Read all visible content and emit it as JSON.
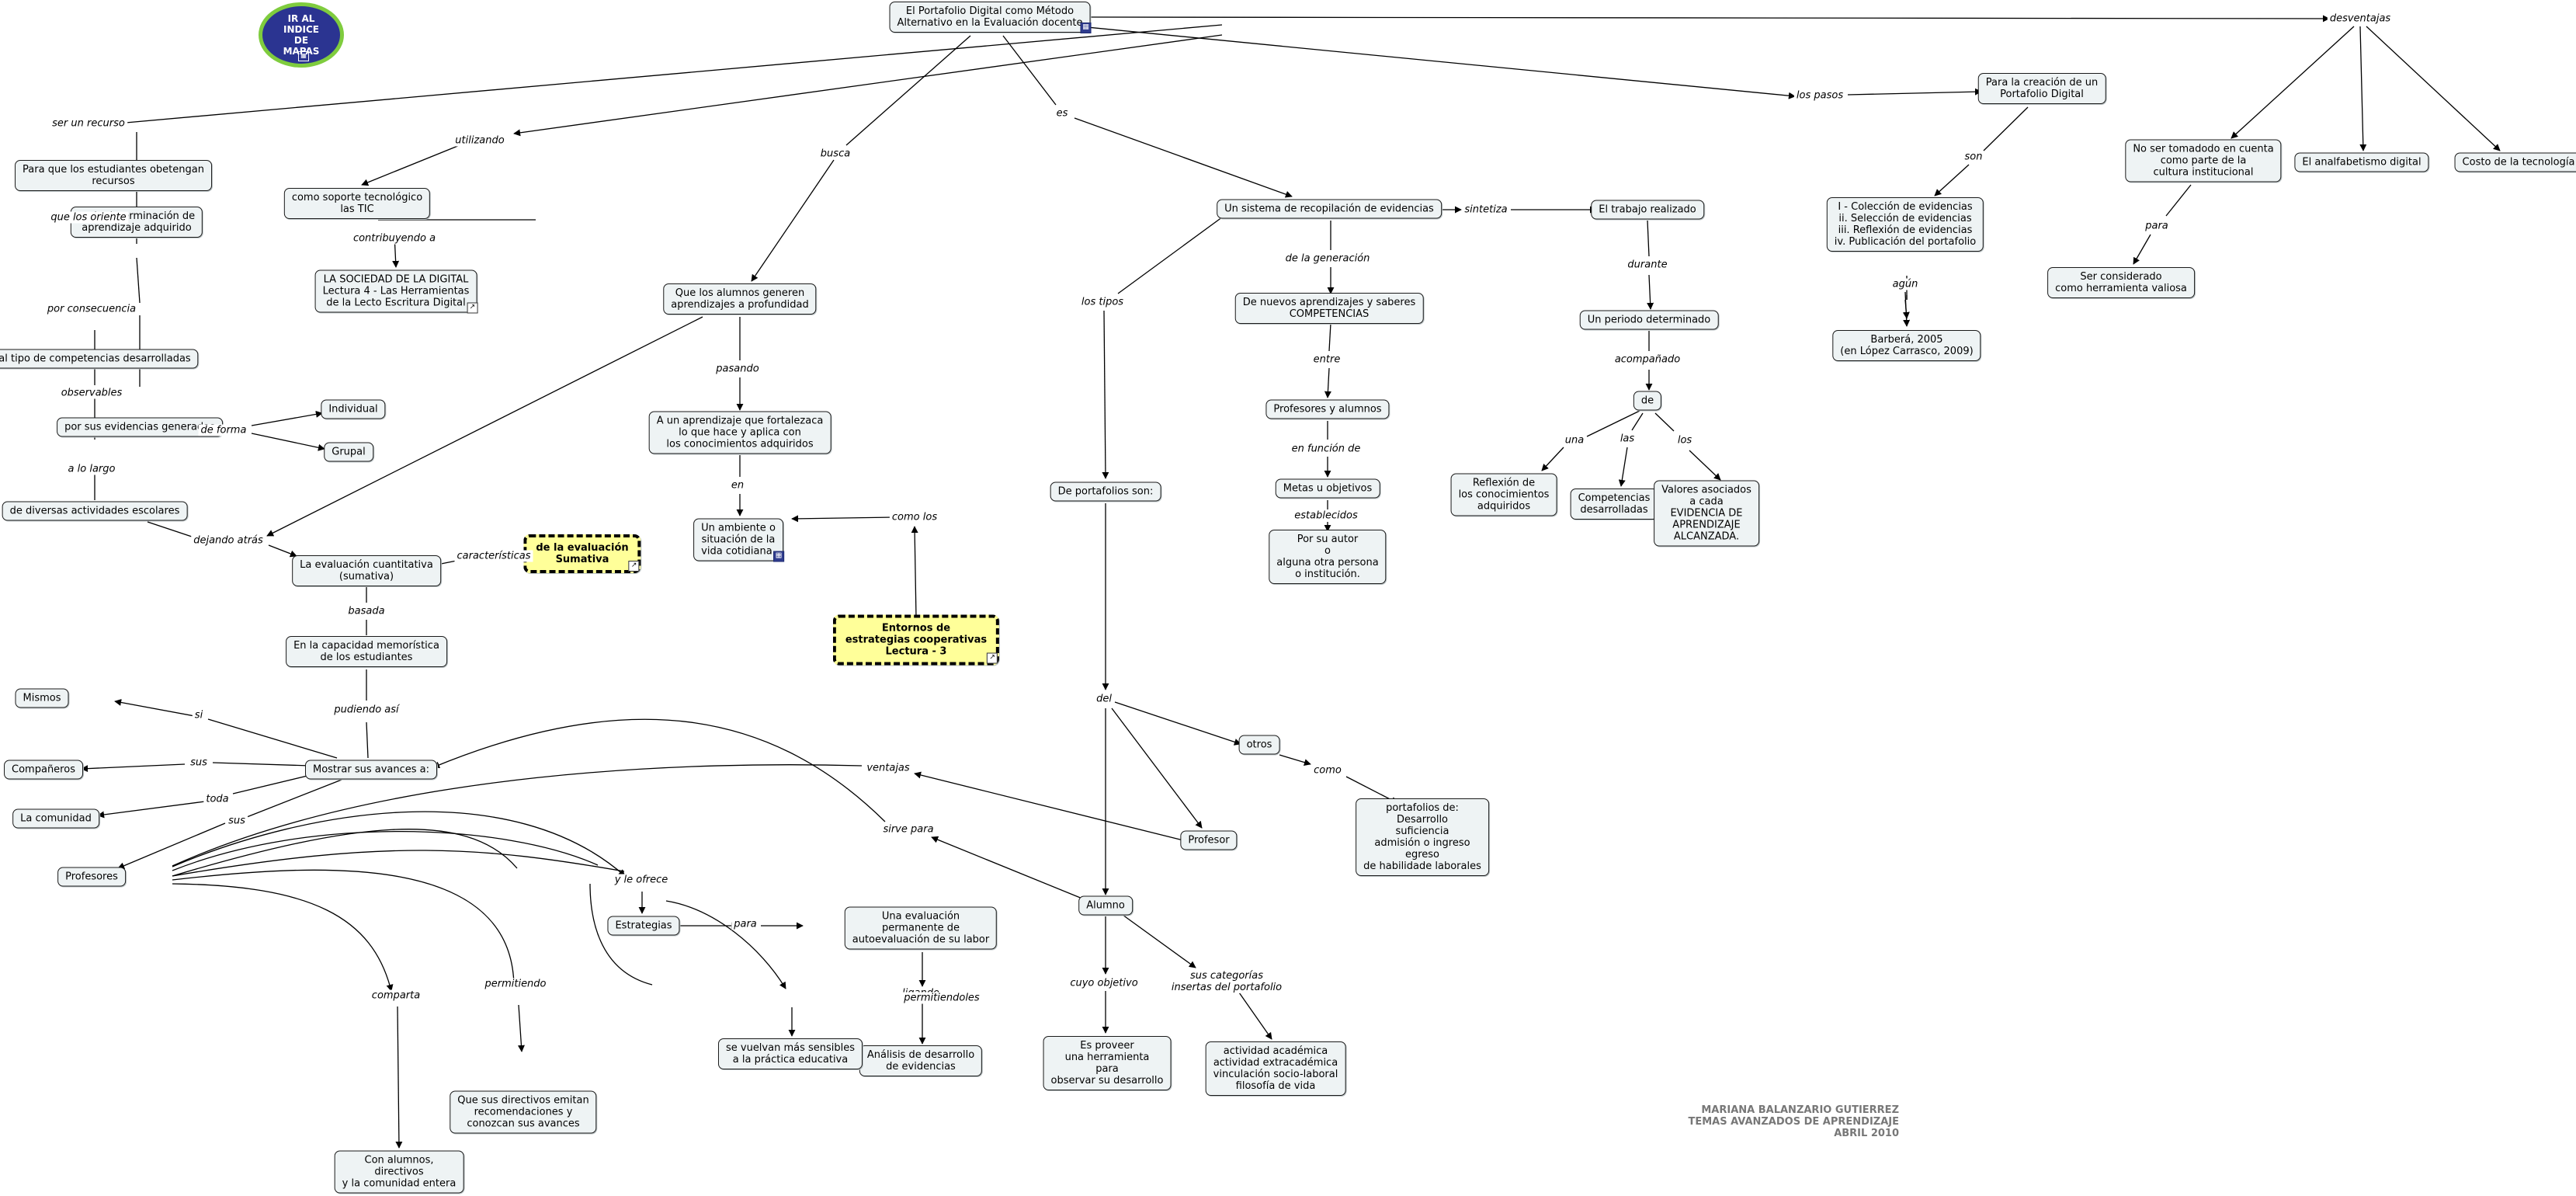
{
  "index_button": {
    "label_lines": [
      "IR AL",
      "INDICE",
      "DE",
      "MAPAS"
    ]
  },
  "nodes": {
    "root": [
      "El Portafolio Digital como Método",
      "Alternativo en la Evaluación docente"
    ],
    "para_estudiantes": [
      "Para que los estudiantes obetengan",
      "recursos"
    ],
    "determinacion": [
      "en la determinación de",
      "aprendizaje adquirido"
    ],
    "tipo_competencias": [
      "al tipo de competencias desarrolladas"
    ],
    "evidencias_generadas": [
      "por sus evidencias generadas"
    ],
    "individual": [
      "Individual"
    ],
    "grupal": [
      "Grupal"
    ],
    "actividades_escolares": [
      "de diversas actividades escolares"
    ],
    "soporte_tic": [
      "como soporte tecnológico",
      "las TIC"
    ],
    "sociedad_digital": [
      "LA SOCIEDAD DE LA DIGITAL",
      "Lectura 4 - Las Herramientas",
      "de la Lecto Escritura Digital"
    ],
    "alumnos_generen": [
      "Que los alumnos generen",
      "aprendizajes a profundidad"
    ],
    "aprendizaje_fortalezca": [
      "A un aprendizaje que fortalezaca",
      "lo que hace y aplica con",
      "los conocimientos adquiridos"
    ],
    "ambiente": [
      "Un ambiente o",
      "situación de la",
      "vida cotidiana."
    ],
    "evaluacion_cuantitativa": [
      "La evaluación cuantitativa",
      "(sumativa)"
    ],
    "evaluacion_sumativa": [
      "de la evaluación",
      "Sumativa"
    ],
    "entornos": [
      "Entornos de",
      "estrategias cooperativas",
      "Lectura - 3"
    ],
    "capacidad_memoristica": [
      "En la capacidad memorística",
      "de los estudiantes"
    ],
    "mismos": [
      "Mismos"
    ],
    "companeros": [
      "Compañeros"
    ],
    "comunidad": [
      "La comunidad"
    ],
    "mostrar_avances": [
      "Mostrar sus avances a:"
    ],
    "profesores": [
      "Profesores"
    ],
    "estrategias": [
      "Estrategias"
    ],
    "evaluacion_permanente": [
      "Una evaluación",
      "permanente de",
      "autoevaluación de su labor"
    ],
    "analisis": [
      "Análisis de desarrollo",
      "de evidencias"
    ],
    "sensibles": [
      "se vuelvan más sensibles",
      "a la práctica educativa"
    ],
    "directivos": [
      "Que sus directivos emitan",
      "recomendaciones y",
      "conozcan sus avances"
    ],
    "con_alumnos": [
      "Con alumnos,",
      "directivos",
      "y la comunidad entera"
    ],
    "sistema_recopilacion": [
      "Un sistema de recopilación de evidencias"
    ],
    "nuevos_aprendizajes": [
      "De nuevos aprendizajes y saberes",
      "COMPETENCIAS"
    ],
    "profesores_alumnos": [
      "Profesores y alumnos"
    ],
    "metas": [
      "Metas u objetivos"
    ],
    "por_su_autor": [
      "Por su autor",
      "o",
      "alguna otra persona",
      "o institución."
    ],
    "trabajo_realizado": [
      "El trabajo realizado"
    ],
    "periodo": [
      "Un periodo determinado"
    ],
    "de_node": [
      "de"
    ],
    "reflexion": [
      "Reflexión de",
      "los conocimientos",
      "adquiridos"
    ],
    "competencias_desarrolladas": [
      "Competencias",
      "desarrolladas"
    ],
    "valores": [
      "Valores asociados",
      "a cada",
      "EVIDENCIA DE",
      "APRENDIZAJE",
      "ALCANZADA."
    ],
    "portafolios_son": [
      "De portafolios son:"
    ],
    "otros": [
      "otros"
    ],
    "portafolios_de": [
      "portafolios de:",
      "Desarrollo",
      "suficiencia",
      "admisión o ingreso",
      "egreso",
      "de habilidade laborales"
    ],
    "profesor": [
      "Profesor"
    ],
    "alumno": [
      "Alumno"
    ],
    "proveer": [
      "Es proveer",
      "una herramienta",
      "para",
      "observar su desarrollo"
    ],
    "actividad": [
      "actividad académica",
      "actividad extracadémica",
      "vinculación socio-laboral",
      "filosofía de vida"
    ],
    "creacion_portafolio": [
      "Para la creación de un",
      "Portafolio Digital"
    ],
    "coleccion": [
      "I - Colección de evidencias",
      "ii. Selección de evidencias",
      "iii. Reflexión de evidencias",
      "iv. Publicación del portafolio"
    ],
    "barbera": [
      "Barberá, 2005",
      "(en López Carrasco, 2009)"
    ],
    "no_ser_tomado": [
      "No ser tomadodo en cuenta",
      "como parte de la",
      "cultura institucional"
    ],
    "valiosa": [
      "Ser considerado",
      "como herramienta valiosa"
    ],
    "analfabetismo": [
      "El analfabetismo digital"
    ],
    "costo": [
      "Costo de la tecnología"
    ]
  },
  "links": {
    "ser_un_recurso": "ser un recurso",
    "que_los_oriente": "que los oriente",
    "por_consecuencia": "por consecuencia",
    "observables": "observables",
    "de_forma": "de forma",
    "a_lo_largo": "a lo largo",
    "dejando_atras": "dejando atrás",
    "utilizando": "utilizando",
    "contribuyendo": "contribuyendo a",
    "busca": "busca",
    "pasando": "pasando",
    "en": "en",
    "como_los": "como los",
    "caracteristicas": "características",
    "basada": "basada",
    "pudiendo_asi": "pudiendo así",
    "si": "si",
    "sus1": "sus",
    "toda": "toda",
    "sus2": "sus",
    "ventajas": "ventajas",
    "sirve_para": "sirve para",
    "y_le_ofrece": "y le ofrece",
    "para_est": "para",
    "ligando": "ligando",
    "comparta": "comparta",
    "permitiendo": "permitiendo",
    "permitiendoles": "permitiendoles",
    "es": "es",
    "de_la_generacion": "de la generación",
    "entre": "entre",
    "en_funcion_de": "en función de",
    "establecidos": "establecidos",
    "sintetiza": "sintetiza",
    "durante": "durante",
    "acompanado": "acompañado",
    "una": "una",
    "las": "las",
    "los": "los",
    "los_tipos": "los tipos",
    "del": "del",
    "como": "como",
    "cuyo_objetivo": "cuyo objetivo",
    "sus_categorias": [
      "sus categorías",
      "insertas del portafolio"
    ],
    "los_pasos": "los pasos",
    "son": "son",
    "agun": "agún",
    "desventajas": "desventajas",
    "para_des": "para"
  },
  "credits": [
    "MARIANA BALANZARIO GUTIERREZ",
    "TEMAS AVANZADOS DE APRENDIZAJE",
    "ABRIL 2010"
  ],
  "colors": {
    "node_fill": "#eef3f4",
    "highlight_fill": "#ffff99",
    "index_fill": "#2b3491",
    "index_ring": "#7fcc3e",
    "credits": "#777777"
  }
}
